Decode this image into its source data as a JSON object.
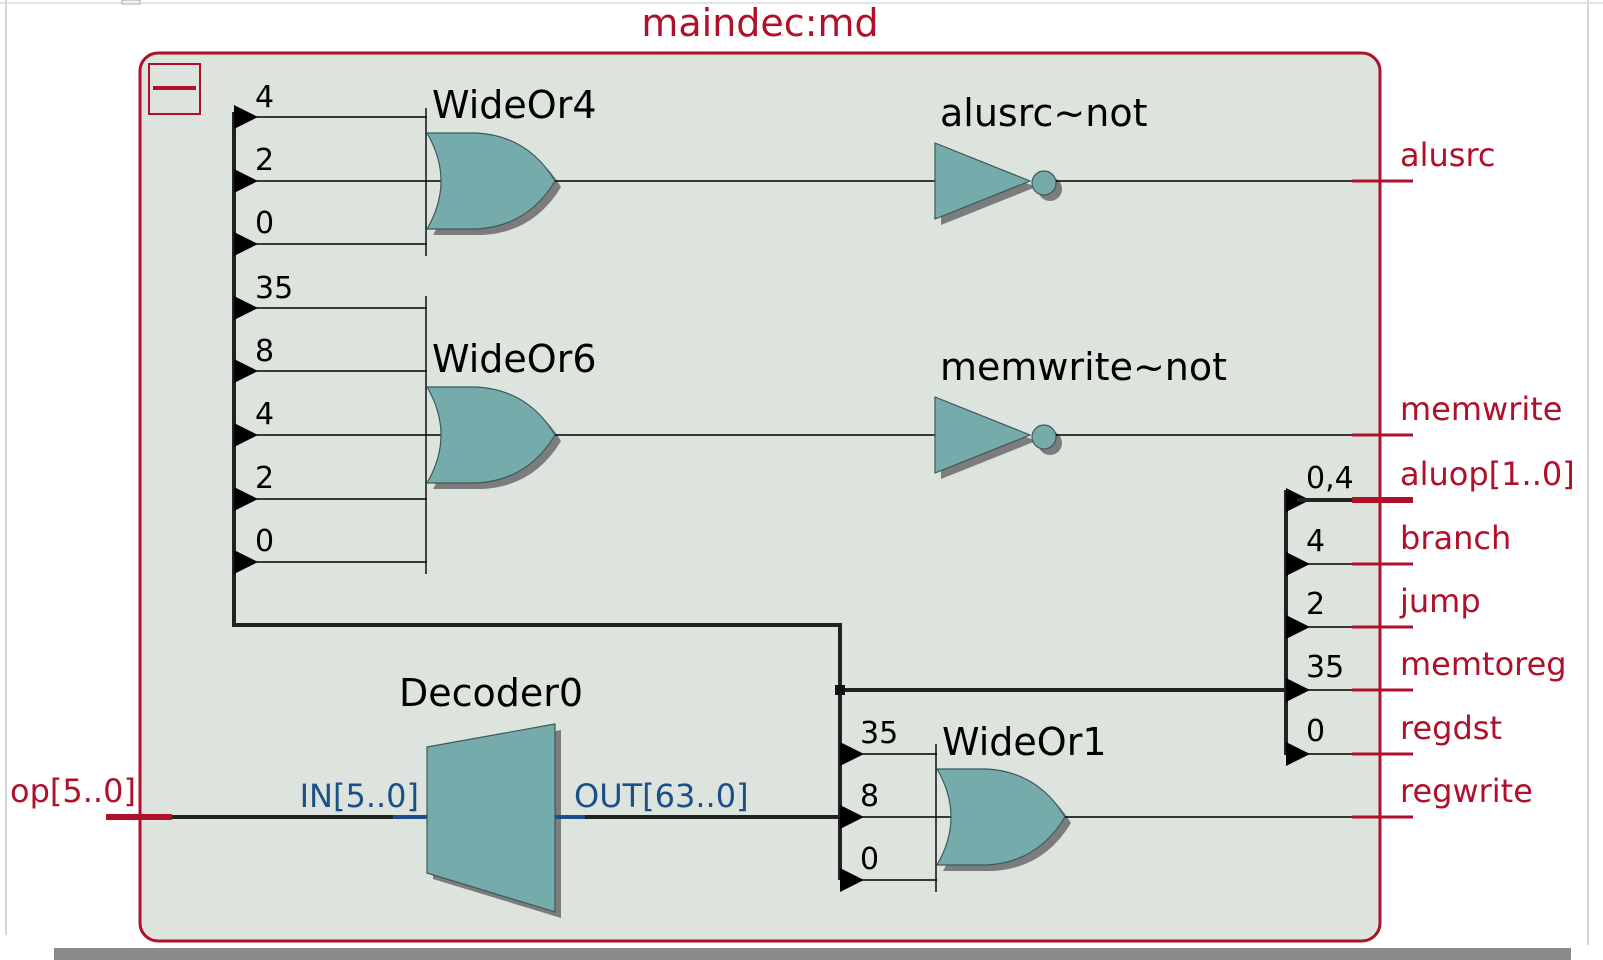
{
  "module_title": "maindec:md",
  "colors": {
    "module_border": "#b0102a",
    "module_fill": "#dde4dd",
    "gate_fill": "#75acab",
    "port_label": "#b0102a",
    "pin_label": "#1b4f8a"
  },
  "input_port": "op[5..0]",
  "decoder": {
    "name": "Decoder0",
    "in_pin": "IN[5..0]",
    "out_pin": "OUT[63..0]"
  },
  "wideor4": {
    "name": "WideOr4",
    "taps": [
      "4",
      "2",
      "0"
    ]
  },
  "wideor6": {
    "name": "WideOr6",
    "taps": [
      "35",
      "8",
      "4",
      "2",
      "0"
    ]
  },
  "wideor1": {
    "name": "WideOr1",
    "taps": [
      "35",
      "8",
      "0"
    ]
  },
  "inverters": {
    "alusrc": "alusrc~not",
    "memwrite": "memwrite~not"
  },
  "output_bus_taps": [
    "0,4",
    "4",
    "2",
    "35",
    "0"
  ],
  "output_ports": [
    "alusrc",
    "memwrite",
    "aluop[1..0]",
    "branch",
    "jump",
    "memtoreg",
    "regdst",
    "regwrite"
  ],
  "collapse_icon": "minus-icon"
}
